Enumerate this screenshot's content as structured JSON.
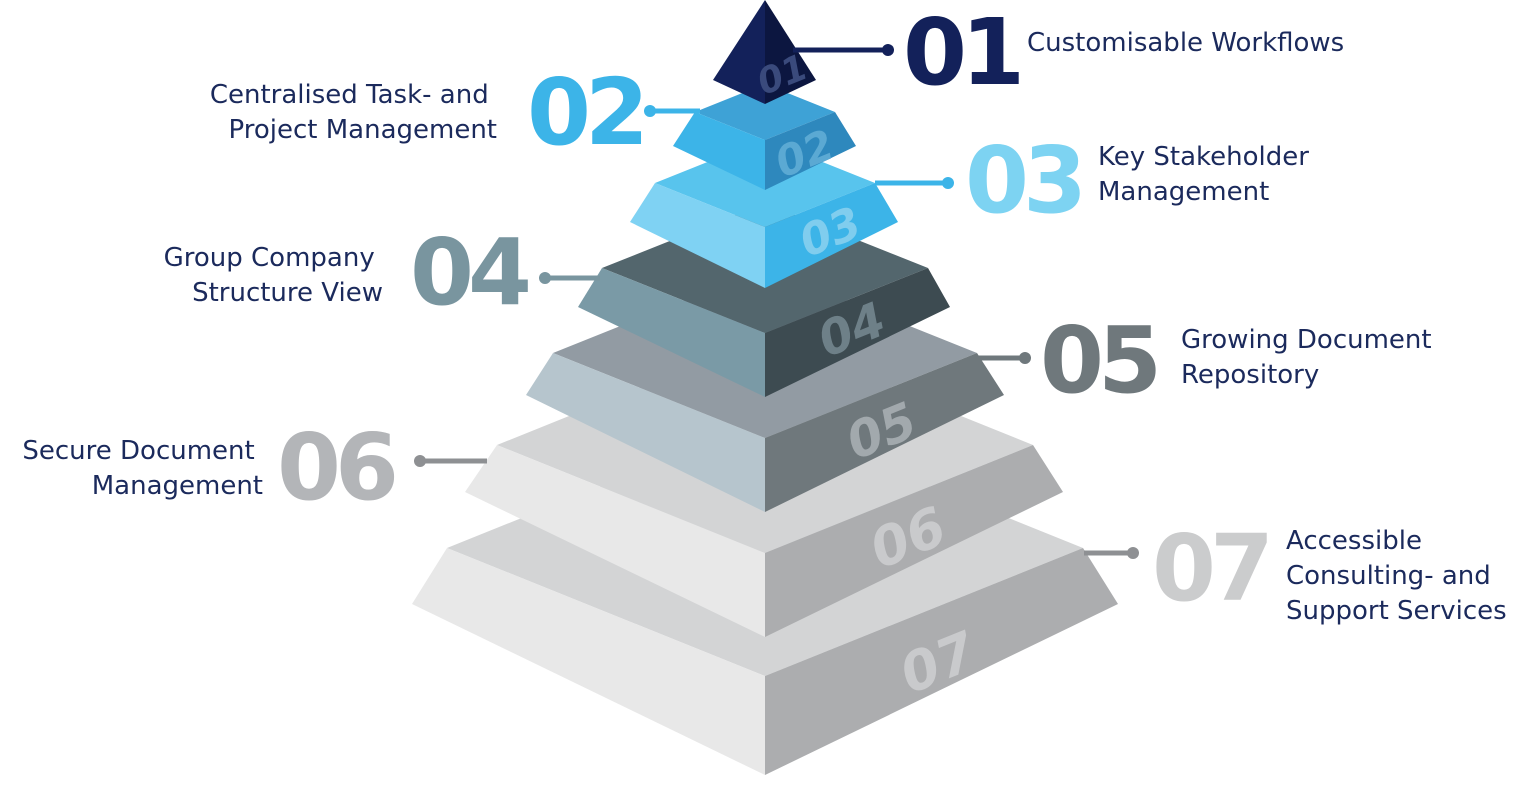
{
  "items": [
    {
      "number": "01",
      "label_lines": [
        "Customisable Workflows"
      ],
      "color": "#13215a"
    },
    {
      "number": "02",
      "label_lines": [
        "Centralised Task- and",
        "Project Management"
      ],
      "color": "#3cb4e8"
    },
    {
      "number": "03",
      "label_lines": [
        "Key Stakeholder",
        "Management"
      ],
      "color": "#7dd3f2"
    },
    {
      "number": "04",
      "label_lines": [
        "Group Company",
        "Structure View"
      ],
      "color": "#79959f"
    },
    {
      "number": "05",
      "label_lines": [
        "Growing Document",
        "Repository"
      ],
      "color": "#6f787c"
    },
    {
      "number": "06",
      "label_lines": [
        "Secure Document",
        "Management"
      ],
      "color": "#b3b5b8"
    },
    {
      "number": "07",
      "label_lines": [
        "Accessible",
        "Consulting- and",
        "Support Services"
      ],
      "color": "#cbcccd"
    }
  ]
}
